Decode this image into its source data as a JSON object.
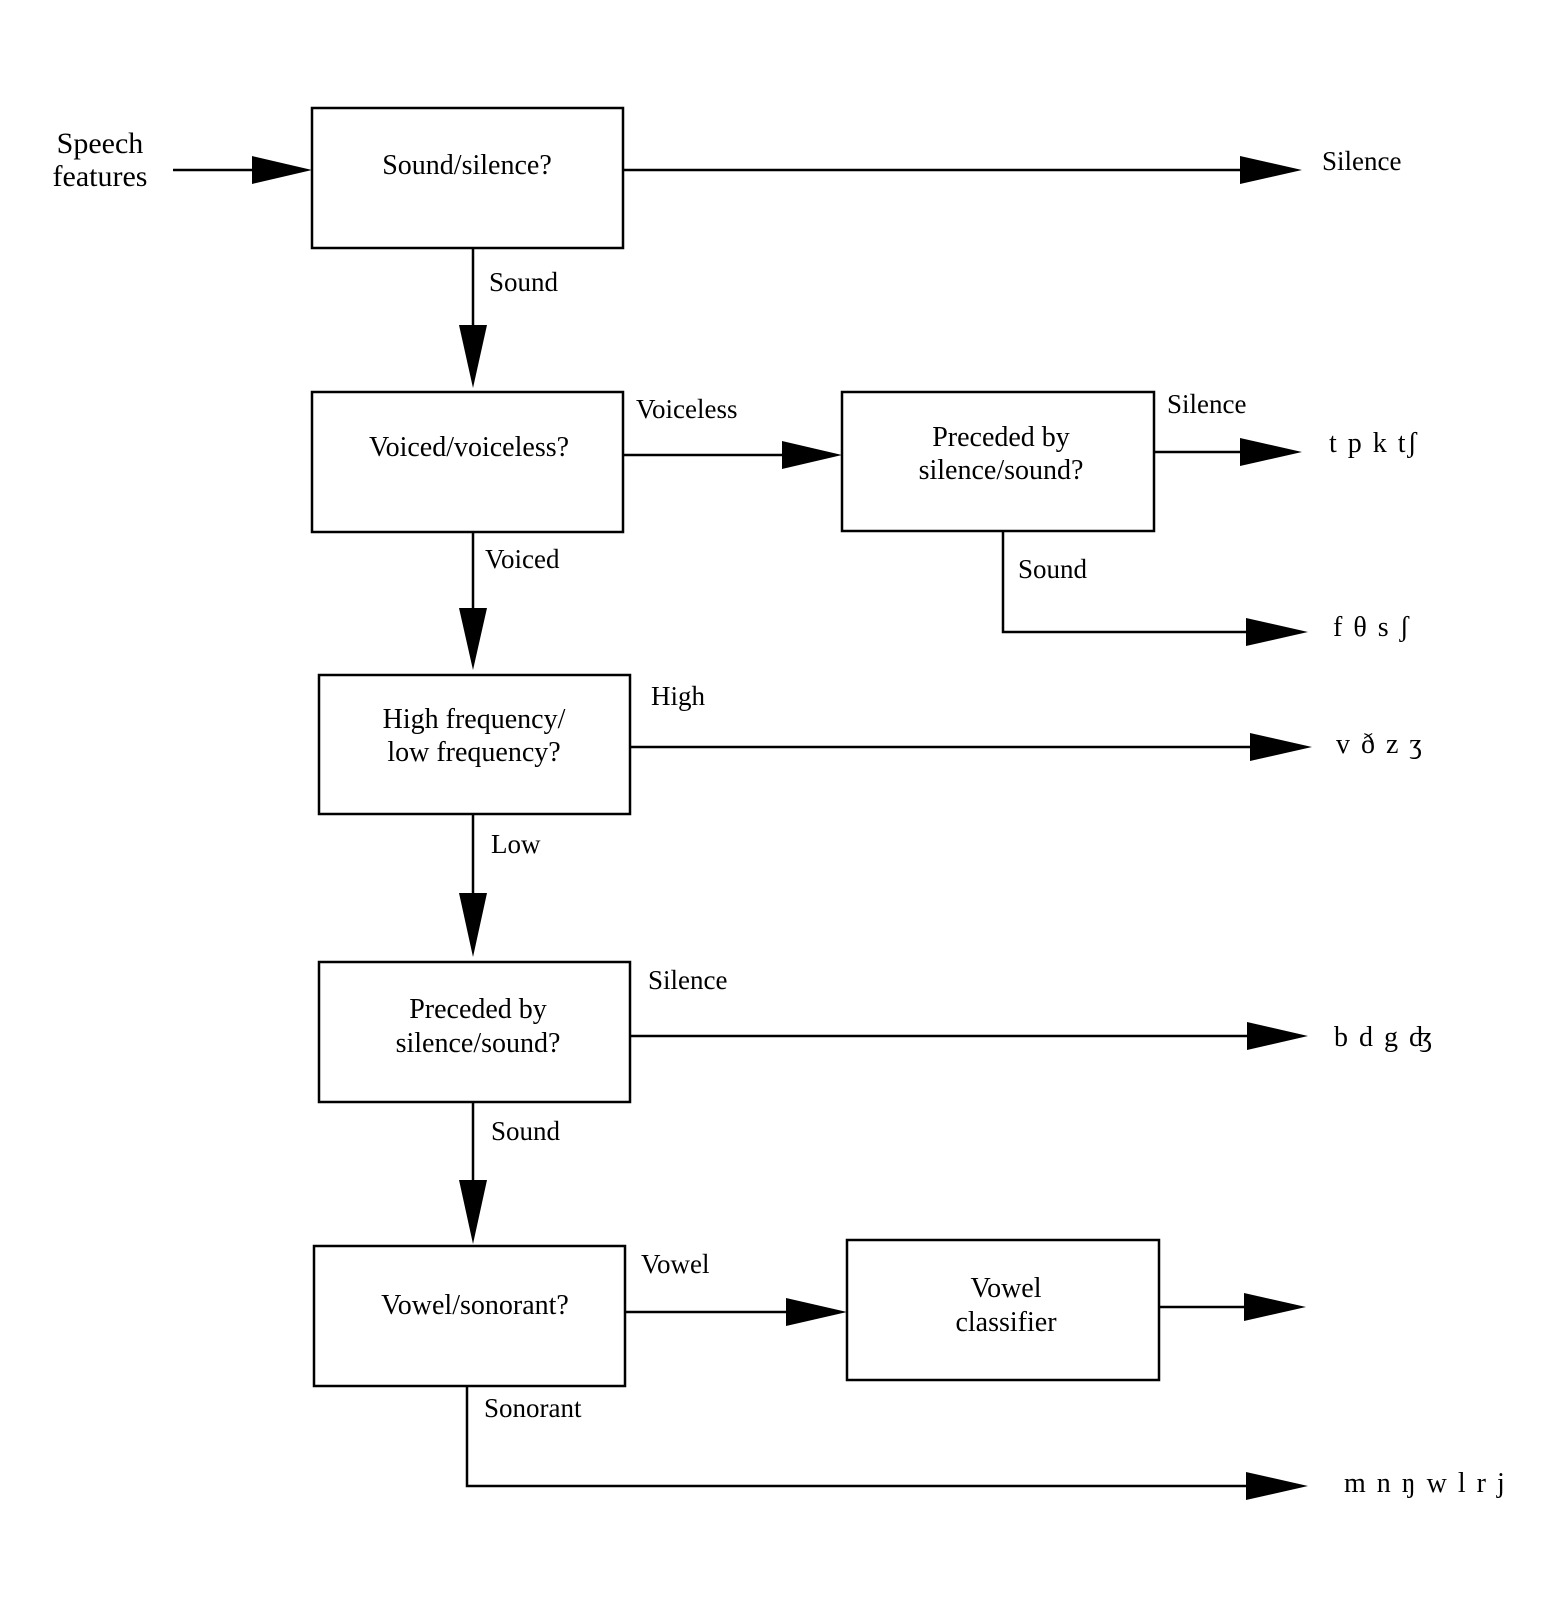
{
  "input_label": [
    "Speech",
    "features"
  ],
  "boxes": {
    "sound_silence": [
      "Sound/silence?"
    ],
    "voiced_voiceless": [
      "Voiced/voiceless?"
    ],
    "preceded_top": [
      "Preceded by",
      "silence/sound?"
    ],
    "high_low_frequency": [
      "High frequency/",
      "low frequency?"
    ],
    "preceded_bottom": [
      "Preceded by",
      "silence/sound?"
    ],
    "vowel_sonorant": [
      "Vowel/sonorant?"
    ],
    "vowel_classifier": [
      "Vowel",
      "classifier"
    ]
  },
  "edge_labels": {
    "silence_top": "Silence",
    "sound_1": "Sound",
    "voiceless": "Voiceless",
    "silence_preceded_top": "Silence",
    "voiced": "Voiced",
    "sound_preceded_top": "Sound",
    "high": "High",
    "low": "Low",
    "silence_preceded_bottom": "Silence",
    "sound_2": "Sound",
    "vowel": "Vowel",
    "sonorant": "Sonorant"
  },
  "outputs": {
    "unvoiced_stops": "t p k tʃ",
    "unvoiced_fricatives": "f θ s ʃ",
    "voiced_fricatives": "v ð z ʒ",
    "voiced_stops": "b d g ʤ",
    "sonorants": "m n ŋ w l r j"
  }
}
